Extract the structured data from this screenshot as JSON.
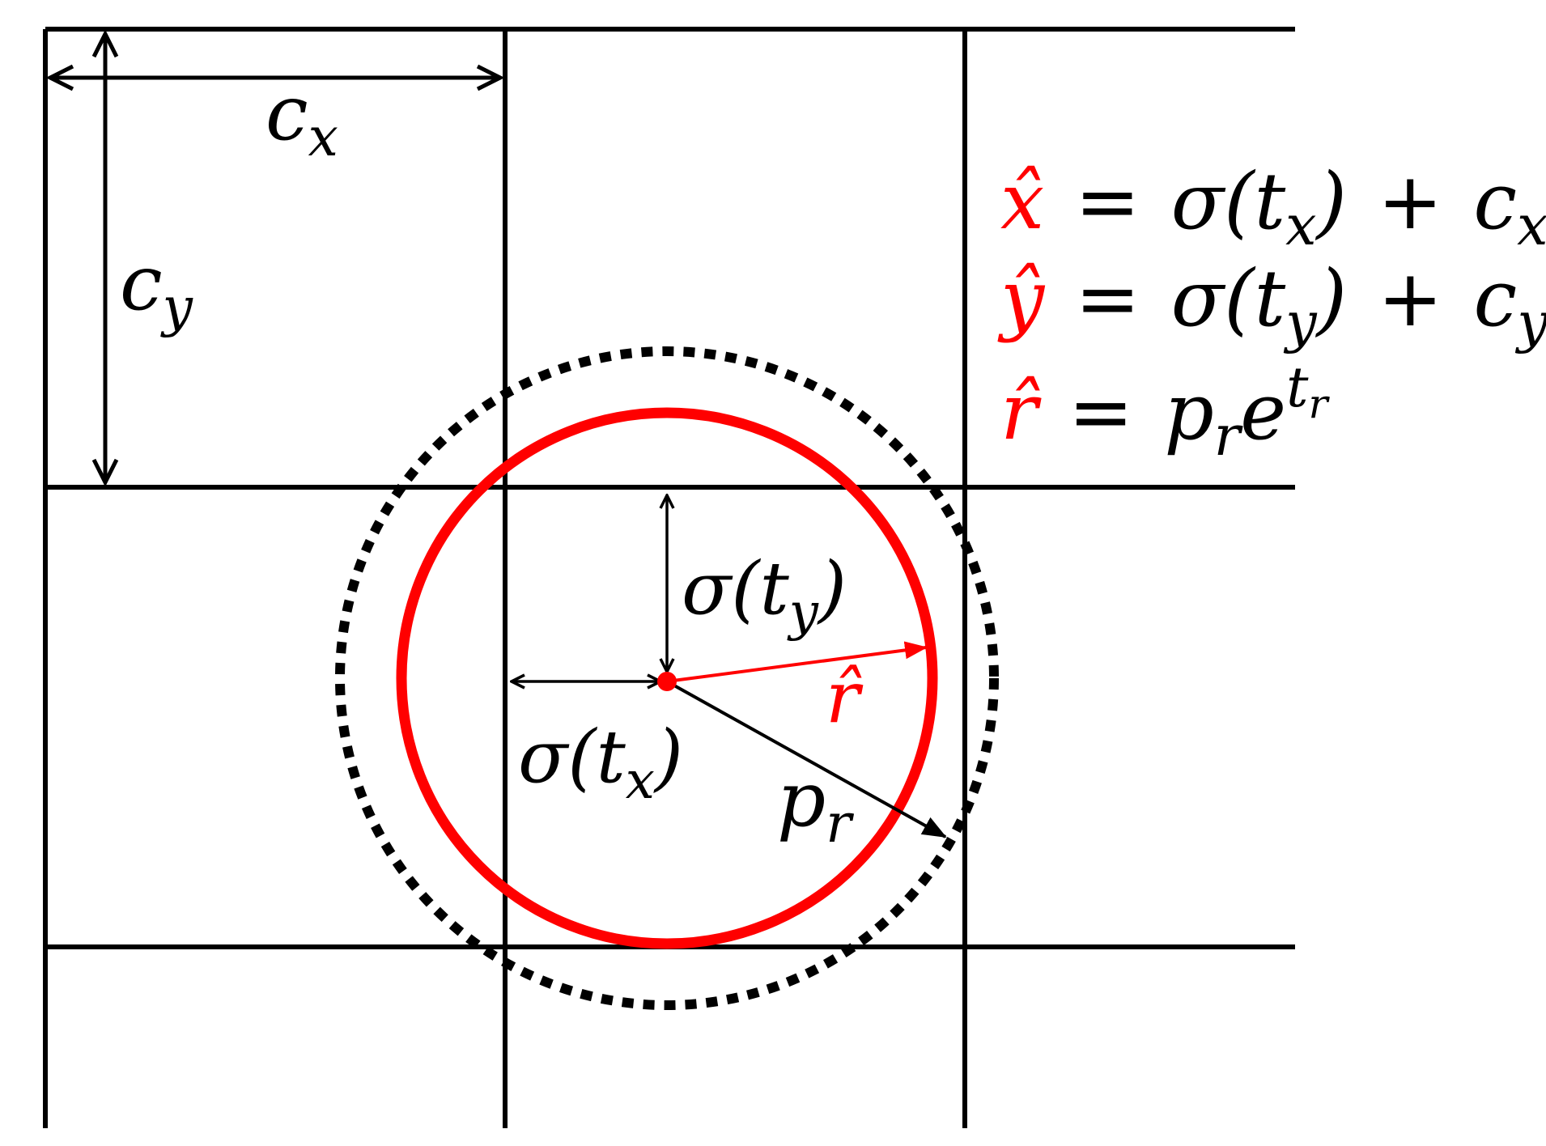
{
  "colors": {
    "ink": "#000000",
    "accent": "#ff0000",
    "background": "#ffffff"
  },
  "labels": {
    "cx": {
      "base": "c",
      "sub": "x"
    },
    "cy": {
      "base": "c",
      "sub": "y"
    },
    "sigma_ty": {
      "pre": "σ(",
      "base": "t",
      "sub": "y",
      "post": ")"
    },
    "sigma_tx": {
      "pre": "σ(",
      "base": "t",
      "sub": "x",
      "post": ")"
    },
    "r_hat": "r̂",
    "pr": {
      "base": "p",
      "sub": "r"
    }
  },
  "equations": {
    "x": {
      "lhs": "x̂",
      "eq": "=",
      "sigma": "σ(",
      "t": "t",
      "t_sub": "x",
      "close": ")",
      "plus": "+",
      "c": "c",
      "c_sub": "x"
    },
    "y": {
      "lhs": "ŷ",
      "eq": "=",
      "sigma": "σ(",
      "t": "t",
      "t_sub": "y",
      "close": ")",
      "plus": "+",
      "c": "c",
      "c_sub": "y"
    },
    "r": {
      "lhs": "r̂",
      "eq": "=",
      "p": "p",
      "p_sub": "r",
      "e": "e",
      "exp": "t",
      "exp_sub": "r"
    }
  }
}
